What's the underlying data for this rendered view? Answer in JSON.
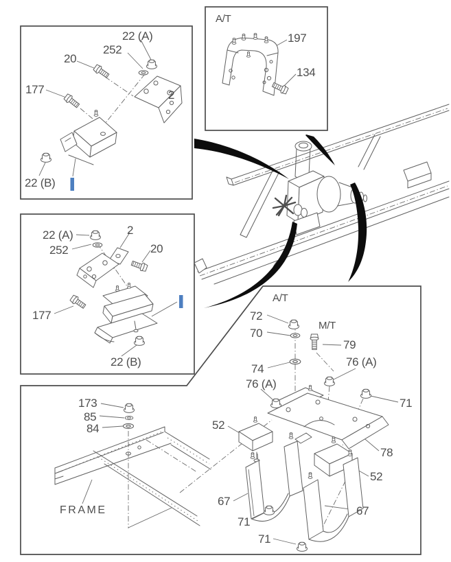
{
  "diagram": {
    "highlight_color": "#4d7fc0",
    "panels": {
      "top_left": {
        "callouts": {
          "c22a": "22 (A)",
          "c252": "252",
          "c20": "20",
          "c177": "177",
          "c2": "2",
          "c22b": "22 (B)"
        }
      },
      "top_middle": {
        "variant": "A/T",
        "callouts": {
          "c197": "197",
          "c134": "134"
        }
      },
      "mid_left": {
        "callouts": {
          "c22a": "22 (A)",
          "c2": "2",
          "c252": "252",
          "c20": "20",
          "c177": "177",
          "c22b": "22 (B)"
        }
      },
      "right": {
        "variant_at": "A/T",
        "variant_mt": "M/T",
        "callouts": {
          "c72": "72",
          "c70": "70",
          "c74": "74",
          "c76a_left": "76 (A)",
          "c76a_right": "76 (A)",
          "c79": "79",
          "c71_right": "71",
          "c78": "78",
          "c52_left": "52",
          "c52_right": "52",
          "c67_left": "67",
          "c67_right": "67",
          "c71_mid": "71",
          "c71_bottom": "71"
        }
      },
      "bottom_left": {
        "callouts": {
          "c173": "173",
          "c85": "85",
          "c84": "84"
        },
        "frame_label": "FRAME"
      }
    }
  }
}
